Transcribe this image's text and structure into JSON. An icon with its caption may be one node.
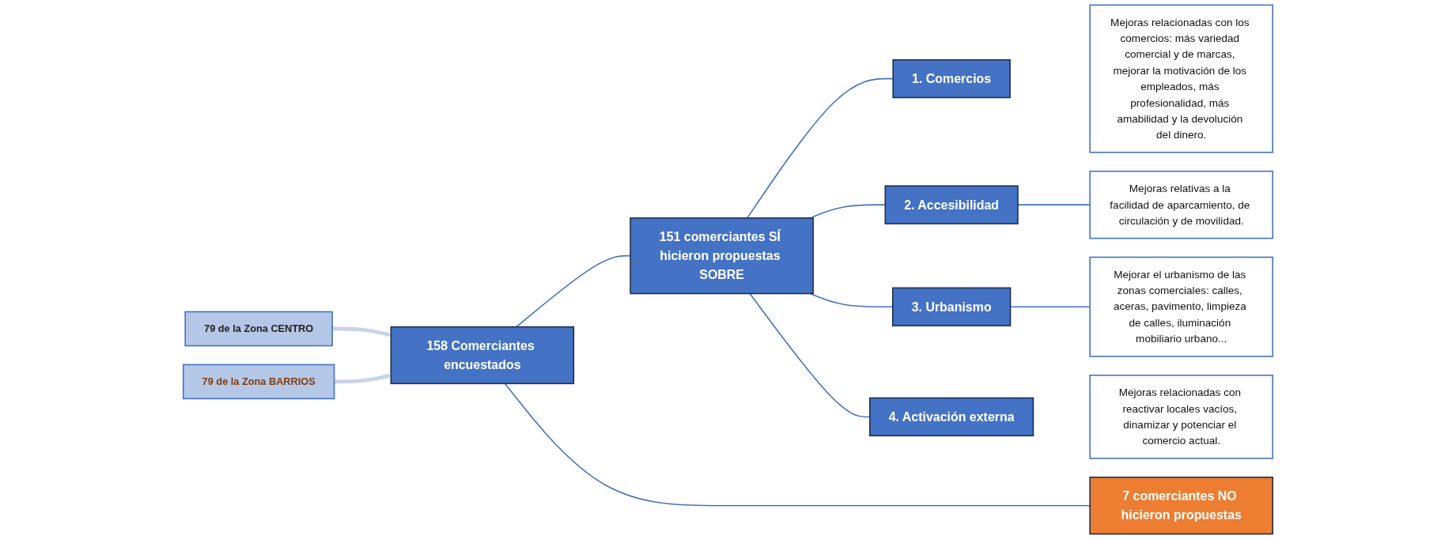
{
  "diagram": {
    "nodes": [
      {
        "text": [
          "79 de la Zona CENTRO"
        ]
      },
      {
        "text": [
          "158 Comerciantes encuestados"
        ]
      },
      {
        "text": [
          "79 de la Zona BARRIOS"
        ]
      },
      {
        "text": [
          "151 comerciantes SÍ hicieron propuestas SOBRE"
        ]
      },
      {
        "text": [
          "7 comerciantes NO hicieron propuestas"
        ]
      },
      {
        "text": [
          "1. Comercios"
        ]
      },
      {
        "text": [
          "Mejoras relacionadas con los comercios: más variedad comercial y de marcas, mejorar la motivación de los empleados, más profesionalidad, más amabilidad y la devolución del dinero."
        ]
      },
      {
        "text": [
          "2. Accesibilidad"
        ]
      },
      {
        "text": [
          "Mejoras relativas a la facilidad de aparcamiento, de circulación y de movilidad."
        ]
      },
      {
        "text": [
          "3. Urbanismo"
        ]
      },
      {
        "text": [
          "Mejorar el urbanismo de las zonas comerciales: calles, aceras, pavimento, limpieza de calles, iluminación mobiliario urbano..."
        ]
      },
      {
        "text": [
          "4. Activación externa"
        ]
      },
      {
        "text": [
          "Mejoras relacionadas con reactivar locales vacíos, dinamizar y potenciar el comercio actual."
        ]
      }
    ],
    "edges": [
      {
        "from": 0,
        "to": 1,
        "arrow": "to",
        "style": "thick",
        "color": "#c9d3e8"
      },
      {
        "from": 2,
        "to": 1,
        "arrow": "to",
        "style": "thick",
        "color": "#c9d3e8"
      },
      {
        "from": 1,
        "to": 3,
        "arrow": "none"
      },
      {
        "from": 1,
        "to": 4,
        "arrow": "none"
      },
      {
        "from": 3,
        "to": 5,
        "arrow": "none"
      },
      {
        "from": 3,
        "to": 7,
        "arrow": "none"
      },
      {
        "from": 3,
        "to": 9,
        "arrow": "none"
      },
      {
        "from": 3,
        "to": 11,
        "arrow": "none"
      },
      {
        "from": 7,
        "to": 8,
        "arrow": "none"
      },
      {
        "from": 9,
        "to": 10,
        "arrow": "none"
      }
    ]
  }
}
